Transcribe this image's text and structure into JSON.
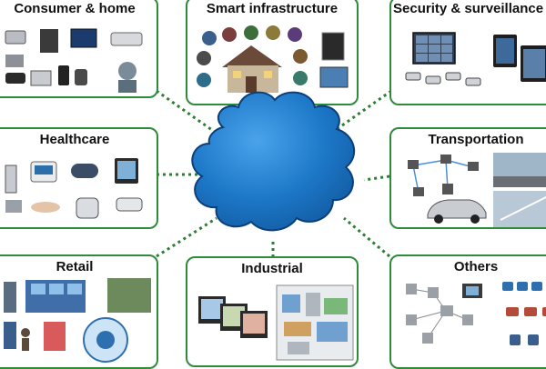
{
  "colors": {
    "border": "#2e8b3a",
    "connector": "#2e7d32",
    "cloud_fill": "#1d78c8",
    "cloud_stroke": "#0b3f7a"
  },
  "categories": {
    "consumer_home": {
      "title": "Consumer & home"
    },
    "smart_infrastructure": {
      "title": "Smart infrastructure"
    },
    "security_surveillance": {
      "title": "Security & surveillance"
    },
    "healthcare": {
      "title": "Healthcare"
    },
    "transportation": {
      "title": "Transportation"
    },
    "retail": {
      "title": "Retail"
    },
    "industrial": {
      "title": "Industrial"
    },
    "others": {
      "title": "Others"
    }
  }
}
